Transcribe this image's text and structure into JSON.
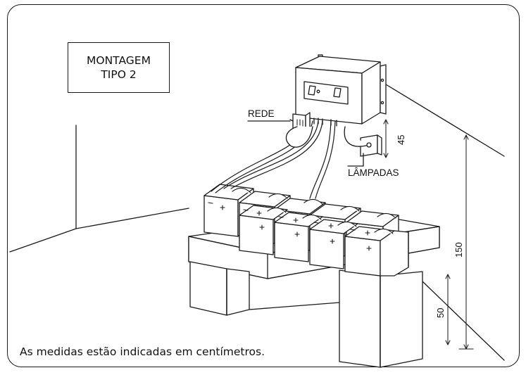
{
  "title": {
    "line1": "MONTAGEM",
    "line2": "TIPO 2"
  },
  "labels": {
    "rede": "REDE",
    "lampadas": "LÂMPADAS",
    "dim_45": "45",
    "dim_150": "150",
    "dim_50": "50"
  },
  "note": "As medidas estão indicadas em centímetros."
}
